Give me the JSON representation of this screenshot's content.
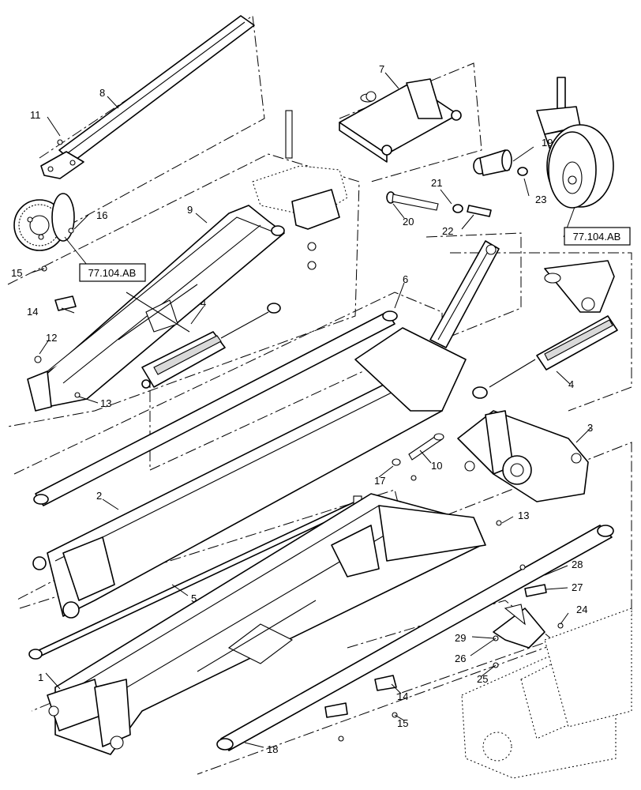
{
  "callouts": {
    "c1": "1",
    "c2": "2",
    "c3": "3",
    "c4a": "4",
    "c4b": "4",
    "c5": "5",
    "c6": "6",
    "c7": "7",
    "c8": "8",
    "c9": "9",
    "c10": "10",
    "c11": "11",
    "c12": "12",
    "c13a": "13",
    "c13b": "13",
    "c14a": "14",
    "c14b": "14",
    "c15a": "15",
    "c15b": "15",
    "c16": "16",
    "c17": "17",
    "c18": "18",
    "c19": "19",
    "c20": "20",
    "c21": "21",
    "c22": "22",
    "c23": "23",
    "c24": "24",
    "c25": "25",
    "c26": "26",
    "c27": "27",
    "c28": "28",
    "c29": "29"
  },
  "references": {
    "left": "77.104.AB",
    "right": "77.104.AB"
  }
}
